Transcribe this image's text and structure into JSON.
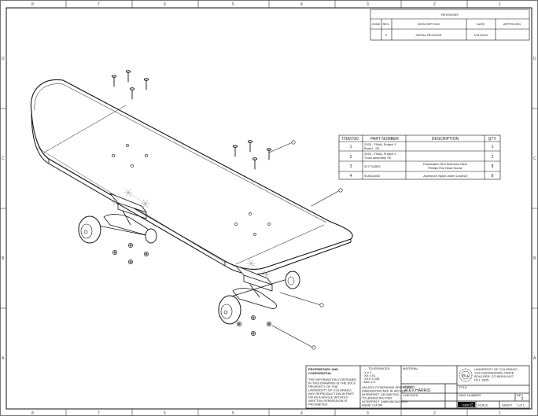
{
  "border": {
    "top_zones": [
      "8",
      "7",
      "6",
      "5",
      "4",
      "3",
      "2",
      "1"
    ],
    "bottom_zones": [
      "8",
      "7",
      "6",
      "5",
      "4",
      "3",
      "2",
      "1"
    ],
    "left_zones": [
      "D",
      "C",
      "B",
      "A"
    ],
    "right_zones": [
      "D",
      "C",
      "B",
      "A"
    ]
  },
  "revisions": {
    "title": "REVISIONS",
    "headers": [
      "ZONE",
      "REV.",
      "DESCRIPTION",
      "DATE",
      "APPROVED"
    ],
    "rows": [
      [
        "",
        "2",
        "INITIAL RELEASE",
        "1/31/2024",
        ""
      ]
    ]
  },
  "bom": {
    "headers": [
      "ITEM NO.",
      "PART NUMBER",
      "DESCRIPTION",
      "QTY."
    ],
    "rows": [
      {
        "item": "1",
        "part": [
          "2025 - FINAL Project 1",
          "Board - SK"
        ],
        "desc": [],
        "qty": "1"
      },
      {
        "item": "2",
        "part": [
          "2025 - FINAL Project 1",
          "Truck Assembly SK"
        ],
        "desc": [],
        "qty": "2"
      },
      {
        "item": "3",
        "part": [
          "91771A553"
        ],
        "desc": [
          "Passivated 18-8 Stainless Steel",
          "Phillips Flat Head Screw"
        ],
        "qty": "8"
      },
      {
        "item": "4",
        "part": [
          "91831A030"
        ],
        "desc": [
          "Aluminum Nylon-Insert Locknut"
        ],
        "qty": "8"
      }
    ]
  },
  "title_block": {
    "proprietary": [
      "PROPRIETARY AND",
      "CONFIDENTIAL"
    ],
    "notice": [
      "THE INFORMATION CONTAINED",
      "IN THIS DRAWING IS THE SOLE",
      "PROPERTY OF THE",
      "UNIVERSITY OF COLORADO.",
      "ANY REPRODUCTION IN PART",
      "OR AS A WHOLE WITHOUT",
      "WRITTEN PERMISSION IS",
      "PROHIBITED."
    ],
    "tolerances_title": "TOLERANCES:",
    "tolerances": [
      ".X  ±.1",
      ".XX  ±.01",
      ".XXX  ±.005",
      "ANG  ±.5"
    ],
    "general_notes": [
      "UNLESS OTHERWISE SPECIFIED:",
      "DIMENSIONS ARE IN INCHES",
      "INTERPRET GEOMETRIC",
      "TOLERANCING PER:",
      "INTERPRET DIMENSIONS PER:",
      "ASME Y14.5M"
    ],
    "material_label": "MATERIAL",
    "drawn_label": "DRAWN",
    "drawn_by": "ALEX HARRIS",
    "checked_label": "CHECKED",
    "university": [
      "UNIVERSITY OF COLORADO",
      "1111 ENGINEERING DRIVE",
      "BOULDER, CO 80309-0427",
      "ITLL 1B25"
    ],
    "title_label": "TITLE",
    "dwg_label": "DWG NUMBER",
    "rev_label": "REV",
    "rev_value": "2",
    "size_label": "SIZE",
    "size_value": "C",
    "scale_label": "SCALE",
    "sheet_label": "SHEET",
    "sheet_value": "1 of 1"
  },
  "logo_text": "ITLL"
}
